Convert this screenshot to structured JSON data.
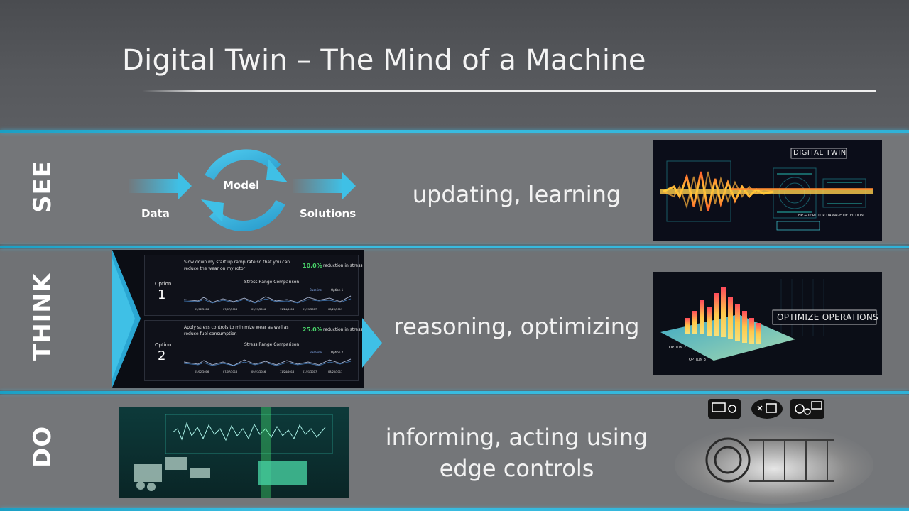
{
  "slide": {
    "title": "Digital Twin – The Mind of a Machine"
  },
  "rows": [
    {
      "label": "SEE",
      "phrase": "updating, learning"
    },
    {
      "label": "THINK",
      "phrase": "reasoning, optimizing"
    },
    {
      "label": "DO",
      "phrase_line1": "informing, acting using",
      "phrase_line2": "edge controls"
    }
  ],
  "see_diagram": {
    "left_label": "Data",
    "center_label": "Model",
    "right_label": "Solutions"
  },
  "see_image": {
    "badge": "DIGITAL TWIN",
    "caption": "HP & IP ROTOR DAMAGE DETECTION"
  },
  "think_panel": {
    "options": [
      {
        "option_label": "Option",
        "option_number": "1",
        "description": "Slow down my start up ramp rate so that you can reduce the wear on my rotor",
        "reduction_value": "10.0%",
        "reduction_text": "reduction in stress",
        "chart_title": "Stress Range Comparison",
        "legend_a": "Baseline",
        "legend_b": "Option 1",
        "dates": [
          "05/02/2016",
          "07/07/2016",
          "09/27/2016",
          "11/24/2016",
          "01/21/2017",
          "03/20/2017"
        ]
      },
      {
        "option_label": "Option",
        "option_number": "2",
        "description": "Apply stress controls to minimize wear as well as reduce fuel consumption",
        "reduction_value": "25.0%",
        "reduction_text": "reduction in stress",
        "chart_title": "Stress Range Comparison",
        "legend_a": "Baseline",
        "legend_b": "Option 2",
        "dates": [
          "05/02/2016",
          "07/07/2016",
          "09/27/2016",
          "11/24/2016",
          "01/21/2017",
          "03/20/2017"
        ]
      }
    ]
  },
  "think_image": {
    "badge": "OPTIMIZE OPERATIONS",
    "axis_a": "OPTION 2",
    "axis_b": "OPTION 3"
  },
  "colors": {
    "accent": "#35b8e0",
    "panel_dark": "#0b0d14",
    "band": "#747679"
  }
}
